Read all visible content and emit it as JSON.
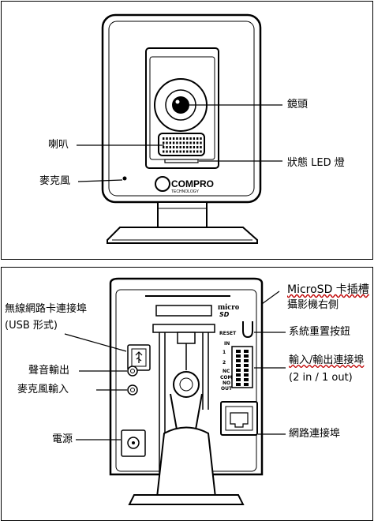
{
  "top": {
    "logo_brand": "COMPRO",
    "logo_tagline": "TECHNOLOGY",
    "labels": {
      "lens": "鏡頭",
      "speaker": "喇叭",
      "status_led": "狀態 LED 燈",
      "microphone": "麥克風"
    }
  },
  "bottom": {
    "device_text": {
      "micro": "micro",
      "sd": "SD",
      "reset": "RESET",
      "in": "IN",
      "io1": "1",
      "io2": "2",
      "nc": "NC",
      "com": "COM",
      "no": "NO",
      "out": "OUT"
    },
    "labels": {
      "microsd_slot": "MicroSD 卡插槽",
      "microsd_slot_line2": "攝影機右側",
      "wifi_port": "無線網路卡連接埠",
      "wifi_port_line2": "(USB 形式)",
      "reset_button": "系統重置按鈕",
      "io_port": "輸入/輸出連接埠",
      "io_port_line2": "(2 in / 1 out)",
      "audio_out": "聲音輸出",
      "mic_in": "麥克風輸入",
      "power": "電源",
      "network_port": "網路連接埠"
    }
  }
}
